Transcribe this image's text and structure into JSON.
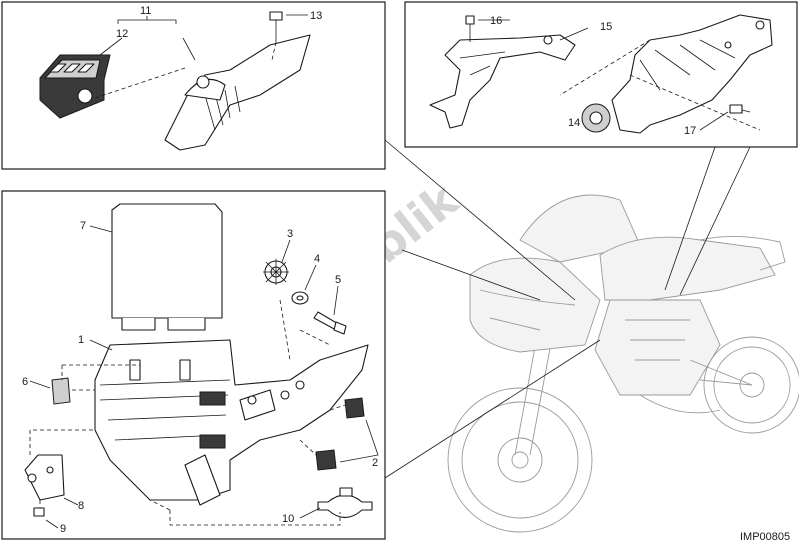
{
  "diagram": {
    "callouts": {
      "c1": "1",
      "c2": "2",
      "c3": "3",
      "c4": "4",
      "c5": "5",
      "c6": "6",
      "c7": "7",
      "c8": "8",
      "c9": "9",
      "c10": "10",
      "c11": "11",
      "c12": "12",
      "c13": "13",
      "c14": "14",
      "c15": "15",
      "c16": "16",
      "c17": "17"
    },
    "drawing_code": "IMP00805",
    "watermark": "PartsRepublik"
  }
}
